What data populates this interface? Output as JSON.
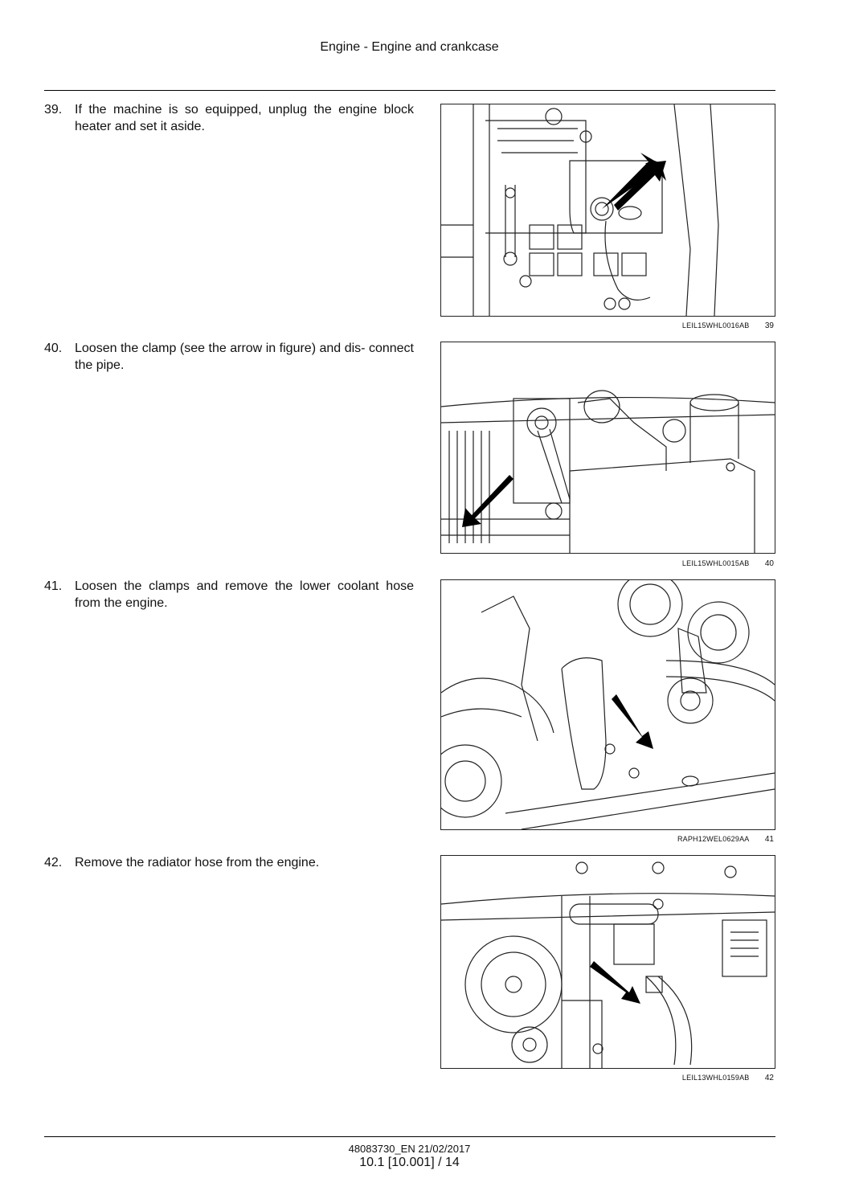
{
  "header": {
    "title": "Engine - Engine and crankcase"
  },
  "steps": [
    {
      "num": "39.",
      "text": "If the machine is so equipped, unplug the engine block heater and set it aside.",
      "figure_code": "LEIL15WHL0016AB",
      "figure_num": "39"
    },
    {
      "num": "40.",
      "text": "Loosen the clamp (see the arrow in figure) and dis- connect the pipe.",
      "figure_code": "LEIL15WHL0015AB",
      "figure_num": "40"
    },
    {
      "num": "41.",
      "text": "Loosen the clamps and remove the lower coolant hose from the engine.",
      "figure_code": "RAPH12WEL0629AA",
      "figure_num": "41"
    },
    {
      "num": "42.",
      "text": "Remove the radiator hose from the engine.",
      "figure_code": "LEIL13WHL0159AB",
      "figure_num": "42"
    }
  ],
  "footer": {
    "doc_ref": "48083730_EN 21/02/2017",
    "page_ref": "10.1 [10.001] / 14"
  }
}
